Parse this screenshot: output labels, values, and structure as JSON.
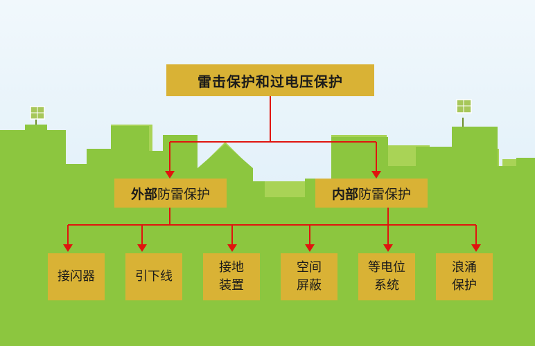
{
  "colors": {
    "sky_top": "#f1f8fc",
    "sky_bottom": "#d7ebf7",
    "grass": "#8cc63f",
    "building_light": "#a9d356",
    "box_fill": "#d9b235",
    "connector": "#e0140e",
    "text": "#1a1a1a"
  },
  "diagram": {
    "root": {
      "label": "雷击保护和过电压保护"
    },
    "branches": [
      {
        "bold": "外部",
        "rest": "防雷保护",
        "children": [
          "接闪器",
          "引下线",
          "接地\n装置"
        ]
      },
      {
        "bold": "内部",
        "rest": "防雷保护",
        "children": [
          "空间\n屏蔽",
          "等电位\n系统",
          "浪涌\n保护"
        ]
      }
    ]
  }
}
